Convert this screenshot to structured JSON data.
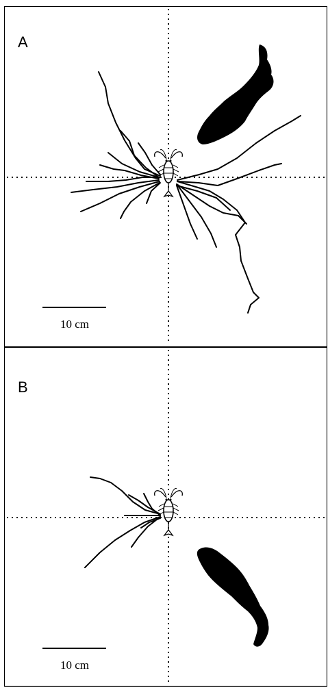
{
  "panels": [
    {
      "label": "A",
      "scale_bar": {
        "text": "10 cm"
      }
    },
    {
      "label": "B",
      "scale_bar": {
        "text": "10 cm"
      }
    }
  ],
  "colors": {
    "ink": "#000000",
    "background": "#ffffff",
    "frame": "#000000"
  }
}
